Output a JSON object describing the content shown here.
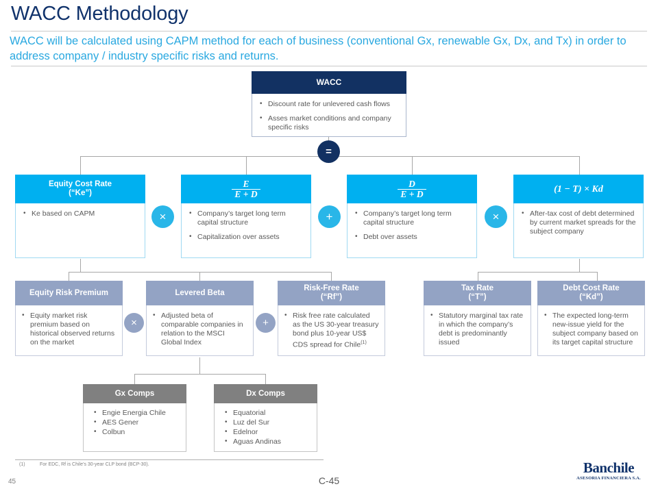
{
  "header": {
    "title": "WACC Methodology",
    "subtitle": "WACC will be calculated using CAPM method for each of business (conventional Gx, renewable Gx, Dx, and Tx) in order to address company / industry specific risks and returns."
  },
  "wacc_box": {
    "title": "WACC",
    "bullets": [
      "Discount rate for unlevered cash flows",
      "Asses market conditions and company specific risks"
    ]
  },
  "operators": {
    "equals": "=",
    "times": "×",
    "plus": "+"
  },
  "components": [
    {
      "title_line1": "Equity Cost Rate",
      "title_line2": "(“Ke”)",
      "bullets": [
        "Ke based on CAPM"
      ]
    },
    {
      "formula_num": "E",
      "formula_den": "E + D",
      "bullets": [
        "Company’s target long term capital structure",
        "Capitalization over assets"
      ]
    },
    {
      "formula_num": "D",
      "formula_den": "E + D",
      "bullets": [
        "Company’s target long term capital structure",
        "Debt over assets"
      ]
    },
    {
      "formula_inline": "(1 − T) × Kd",
      "bullets": [
        "After-tax cost of debt determined by current market spreads for the subject company"
      ]
    }
  ],
  "drivers": [
    {
      "title_line1": "Equity Risk Premium",
      "title_line2": "",
      "bullets": [
        "Equity market risk premium based on historical observed returns on the market"
      ]
    },
    {
      "title_line1": "Levered Beta",
      "title_line2": "",
      "bullets": [
        "Adjusted beta of comparable companies in relation to the MSCI Global Index"
      ]
    },
    {
      "title_line1": "Risk-Free Rate",
      "title_line2": "(“Rf”)",
      "bullets": [
        "Risk free rate calculated as the US 30-year treasury bond plus 10-year US$ CDS spread for Chile"
      ],
      "bullet_superscript": "(1)"
    },
    {
      "title_line1": "Tax Rate",
      "title_line2": "(“T”)",
      "bullets": [
        "Statutory marginal tax rate in which the company’s debt is predominantly issued"
      ]
    },
    {
      "title_line1": "Debt Cost Rate",
      "title_line2": "(“Kd”)",
      "bullets": [
        "The expected long-term new-issue yield for the subject company based on its target capital structure"
      ]
    }
  ],
  "comps": [
    {
      "title": "Gx Comps",
      "items": [
        "Engie Energia Chile",
        "AES Gener",
        "Colbun"
      ]
    },
    {
      "title": "Dx Comps",
      "items": [
        "Equatorial",
        "Luz del Sur",
        "Edelnor",
        "Aguas Andinas"
      ]
    }
  ],
  "footnote": {
    "mark": "(1)",
    "text": "For EDC, Rf is Chile’s 30-year CLP bond (BCP-30)."
  },
  "footer": {
    "page_left": "45",
    "page_center": "C-45",
    "logo_name": "Banchile",
    "logo_sub": "ASESORIA FINANCIERA S.A."
  },
  "colors": {
    "navy": "#123162",
    "cyan": "#00b0f0",
    "steel": "#93a3c4",
    "gray": "#808080",
    "subtitle_blue": "#29a8e0"
  }
}
